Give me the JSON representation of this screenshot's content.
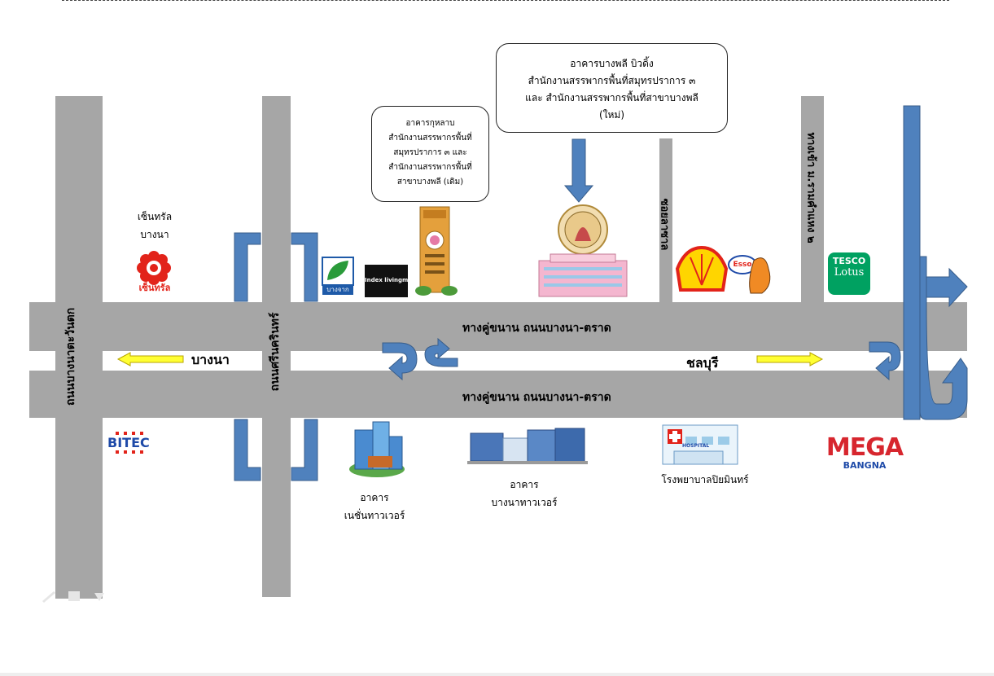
{
  "map": {
    "roads": {
      "main_top_label": "ทางคู่ขนาน ถนนบางนา-ตราด",
      "main_bottom_label": "ทางคู่ขนาน ถนนบางนา-ตราด",
      "left_road": "ถนนบางนาตะวันตก",
      "srinakarin_road": "ถนนศรีนครินทร์",
      "soi_label": "ซอยลาซาล",
      "right_road": "ทางเข้า ม.รามคำแหง ๒"
    },
    "directions": {
      "west": "บางนา",
      "east": "ชลบุรี"
    },
    "bubbles": {
      "gulab": [
        "อาคารกุหลาบ",
        "สำนักงานสรรพากรพื้นที่",
        "สมุทรปราการ ๓ และ",
        "สำนักงานสรรพากรพื้นที่",
        "สาขาบางพลี (เดิม)"
      ],
      "new_building": [
        "อาคารบางพลี บิวดิ้ง",
        "สำนักงานสรรพากรพื้นที่สมุทรปราการ ๓",
        "และ สำนักงานสรรพากรพื้นที่สาขาบางพลี",
        "(ใหม่)"
      ]
    },
    "landmarks": {
      "central_label": [
        "เซ็นทรัล",
        "บางนา"
      ],
      "central_logo_text": "เซ็นทรัล",
      "bangchak_text": "บางจาก",
      "index_text": "Index livingmall",
      "bitec_text": "BITEC",
      "tesco_top": "TESCO",
      "tesco_bottom": "Lotus",
      "esso_text": "Esso",
      "nation_label": [
        "อาคาร",
        "เนชั่นทาวเวอร์"
      ],
      "bangna_tower_label": [
        "อาคาร",
        "บางนาทาวเวอร์"
      ],
      "hospital_sign": "HOSPITAL",
      "hospital_label": "โรงพยาบาลปิยมินทร์",
      "mega_top": "MEGA",
      "mega_bottom": "BANGNA"
    },
    "colors": {
      "road": "#a6a6a6",
      "arrow_blue": "#4f81bd",
      "arrow_border": "#385d8a",
      "arrow_yellow": "#ffff33",
      "shell_red": "#e2231a",
      "shell_yellow": "#ffd500",
      "tesco_green": "#00a161",
      "mega_red": "#d7262e"
    }
  }
}
